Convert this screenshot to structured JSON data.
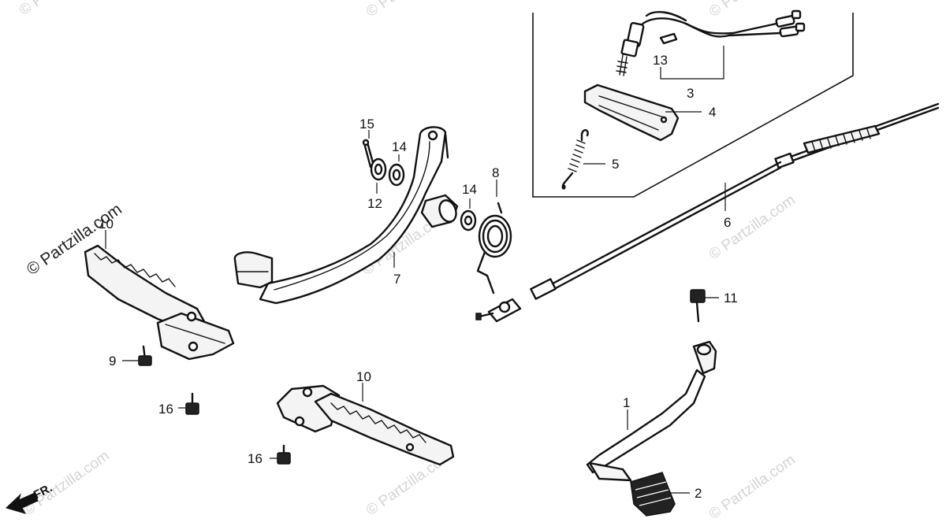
{
  "watermark": {
    "text": "© Partzilla.com",
    "color": "#d4d4d4"
  },
  "direction_marker": {
    "label": "FR."
  },
  "callouts": {
    "c1": "1",
    "c2": "2",
    "c3": "3",
    "c4": "4",
    "c5": "5",
    "c6": "6",
    "c7": "7",
    "c8": "8",
    "c9": "9",
    "c10a": "10",
    "c10b": "10",
    "c11": "11",
    "c12": "12",
    "c13": "13",
    "c14a": "14",
    "c14b": "14",
    "c15": "15",
    "c16a": "16",
    "c16b": "16"
  }
}
